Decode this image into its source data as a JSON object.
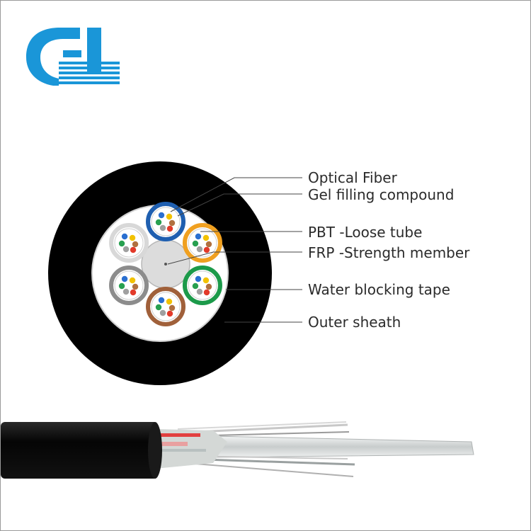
{
  "labels": [
    {
      "id": "optical-fiber",
      "text": "Optical Fiber"
    },
    {
      "id": "gel-filling",
      "text": "Gel filling compound"
    },
    {
      "id": "pbt-tube",
      "text": "PBT -Loose tube"
    },
    {
      "id": "frp-member",
      "text": "FRP -Strength member"
    },
    {
      "id": "water-tape",
      "text": "Water blocking tape"
    },
    {
      "id": "outer-sheath",
      "text": "Outer sheath"
    }
  ],
  "colors": {
    "logo_blue": "#1a96d8",
    "sheath": "#000000",
    "tube_blue": "#1f5fb0",
    "tube_orange": "#f0a020",
    "tube_green": "#1c9a4a",
    "tube_brown": "#a0603a",
    "tube_gray": "#8c8c8c",
    "tube_white": "#d8d8d8"
  },
  "tubes": [
    {
      "name": "tube-blue",
      "color": "#1f5fb0"
    },
    {
      "name": "tube-orange",
      "color": "#f0a020"
    },
    {
      "name": "tube-green",
      "color": "#1c9a4a"
    },
    {
      "name": "tube-brown",
      "color": "#a0603a"
    },
    {
      "name": "tube-gray",
      "color": "#8c8c8c"
    },
    {
      "name": "tube-white",
      "color": "#d8d8d8"
    }
  ],
  "fiber_colors": [
    "#2a6fd0",
    "#f2c200",
    "#28a050",
    "#b07040",
    "#a0a0a0",
    "#e23a2a"
  ]
}
